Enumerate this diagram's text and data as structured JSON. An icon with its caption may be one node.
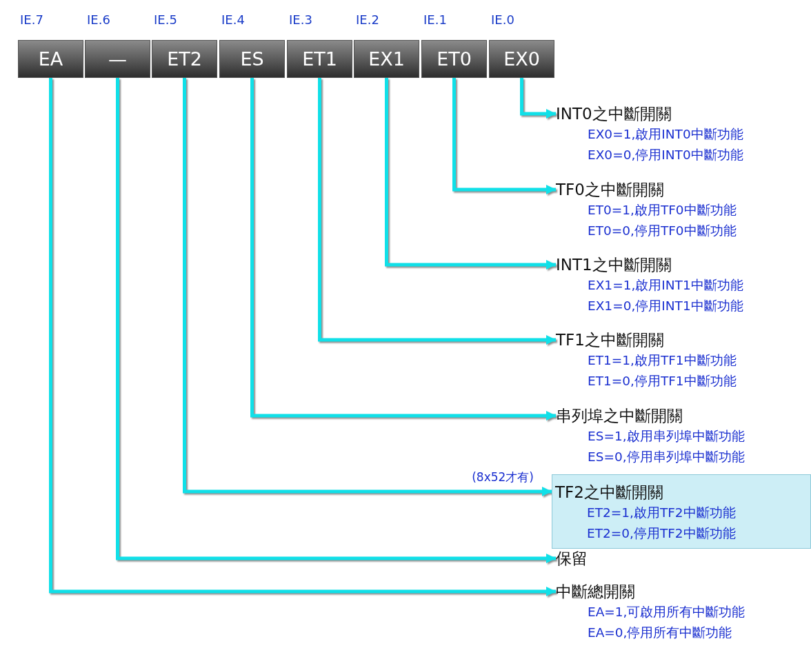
{
  "diagram": {
    "nodes": [
      {
        "text": [
          "EA"
        ],
        "beside": [
          "IE.7"
        ]
      },
      {
        "text": [
          "—"
        ],
        "beside": [
          "IE.6"
        ]
      },
      {
        "text": [
          "ET2"
        ],
        "beside": [
          "IE.5"
        ]
      },
      {
        "text": [
          "ES"
        ],
        "beside": [
          "IE.4"
        ]
      },
      {
        "text": [
          "ET1"
        ],
        "beside": [
          "IE.3"
        ]
      },
      {
        "text": [
          "EX1"
        ],
        "beside": [
          "IE.2"
        ]
      },
      {
        "text": [
          "ET0"
        ],
        "beside": [
          "IE.1"
        ]
      },
      {
        "text": [
          "EX0"
        ],
        "beside": [
          "IE.0"
        ]
      },
      {
        "text": [
          "INT0之中斷開關",
          "EX0=1,啟用INT0中斷功能",
          "EX0=0,停用INT0中斷功能"
        ]
      },
      {
        "text": [
          "TF0之中斷開關",
          "ET0=1,啟用TF0中斷功能",
          "ET0=0,停用TF0中斷功能"
        ]
      },
      {
        "text": [
          "INT1之中斷開關",
          "EX1=1,啟用INT1中斷功能",
          "EX1=0,停用INT1中斷功能"
        ]
      },
      {
        "text": [
          "TF1之中斷開關",
          "ET1=1,啟用TF1中斷功能",
          "ET1=0,停用TF1中斷功能"
        ]
      },
      {
        "text": [
          "串列埠之中斷開關",
          "ES=1,啟用串列埠中斷功能",
          "ES=0,停用串列埠中斷功能"
        ]
      },
      {
        "text": [
          "TF2之中斷開關",
          "ET2=1,啟用TF2中斷功能",
          "ET2=0,停用TF2中斷功能"
        ],
        "beside": [
          "(8x52才有)"
        ]
      },
      {
        "text": [
          "保留"
        ]
      },
      {
        "text": [
          "中斷總開關",
          "EA=1,可啟用所有中斷功能",
          "EA=0,停用所有中斷功能"
        ]
      }
    ],
    "edges": [
      {
        "from": 7,
        "to": 8,
        "arrow": "to"
      },
      {
        "from": 6,
        "to": 9,
        "arrow": "to"
      },
      {
        "from": 5,
        "to": 10,
        "arrow": "to"
      },
      {
        "from": 4,
        "to": 11,
        "arrow": "to"
      },
      {
        "from": 3,
        "to": 12,
        "arrow": "to"
      },
      {
        "from": 2,
        "to": 13,
        "arrow": "to"
      },
      {
        "from": 1,
        "to": 14,
        "arrow": "to"
      },
      {
        "from": 0,
        "to": 15,
        "arrow": "to"
      }
    ]
  }
}
